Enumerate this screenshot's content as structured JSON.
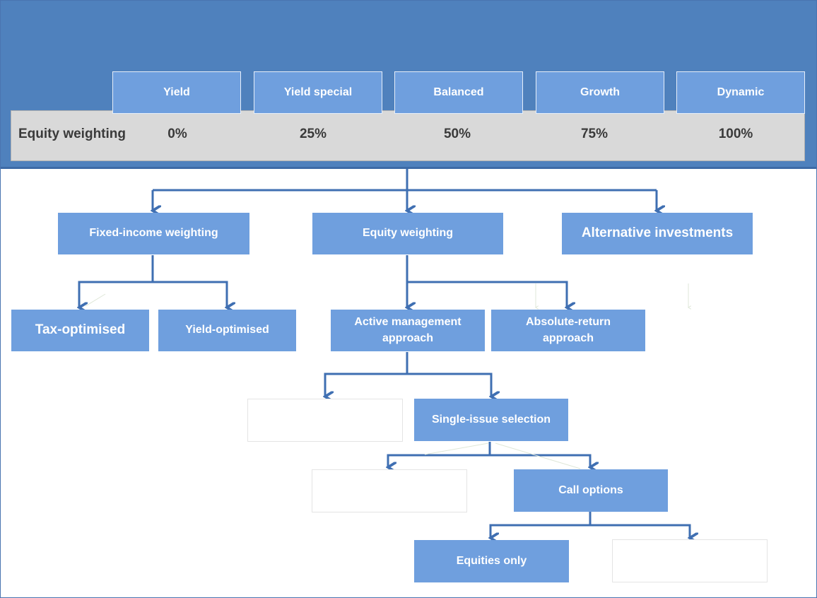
{
  "profiles": [
    "Yield",
    "Yield special",
    "Balanced",
    "Growth",
    "Dynamic"
  ],
  "equity_row": {
    "label": "Equity weighting",
    "values": [
      "0%",
      "25%",
      "50%",
      "75%",
      "100%"
    ]
  },
  "tree": {
    "fixed_income": "Fixed-income weighting",
    "equity": "Equity weighting",
    "alternative": "Alternative investments",
    "tax_optimised": "Tax-optimised",
    "yield_optimised": "Yield-optimised",
    "active_management_line1": "Active management",
    "active_management_line2": "approach",
    "absolute_return_line1": "Absolute-return",
    "absolute_return_line2": "approach",
    "single_issue": "Single-issue selection",
    "call_options": "Call options",
    "equities_only": "Equities only"
  },
  "colors": {
    "header": "#4f81bd",
    "box": "#6f9fde",
    "connector": "#3f6fb2",
    "row_background": "#d9d9d9"
  }
}
